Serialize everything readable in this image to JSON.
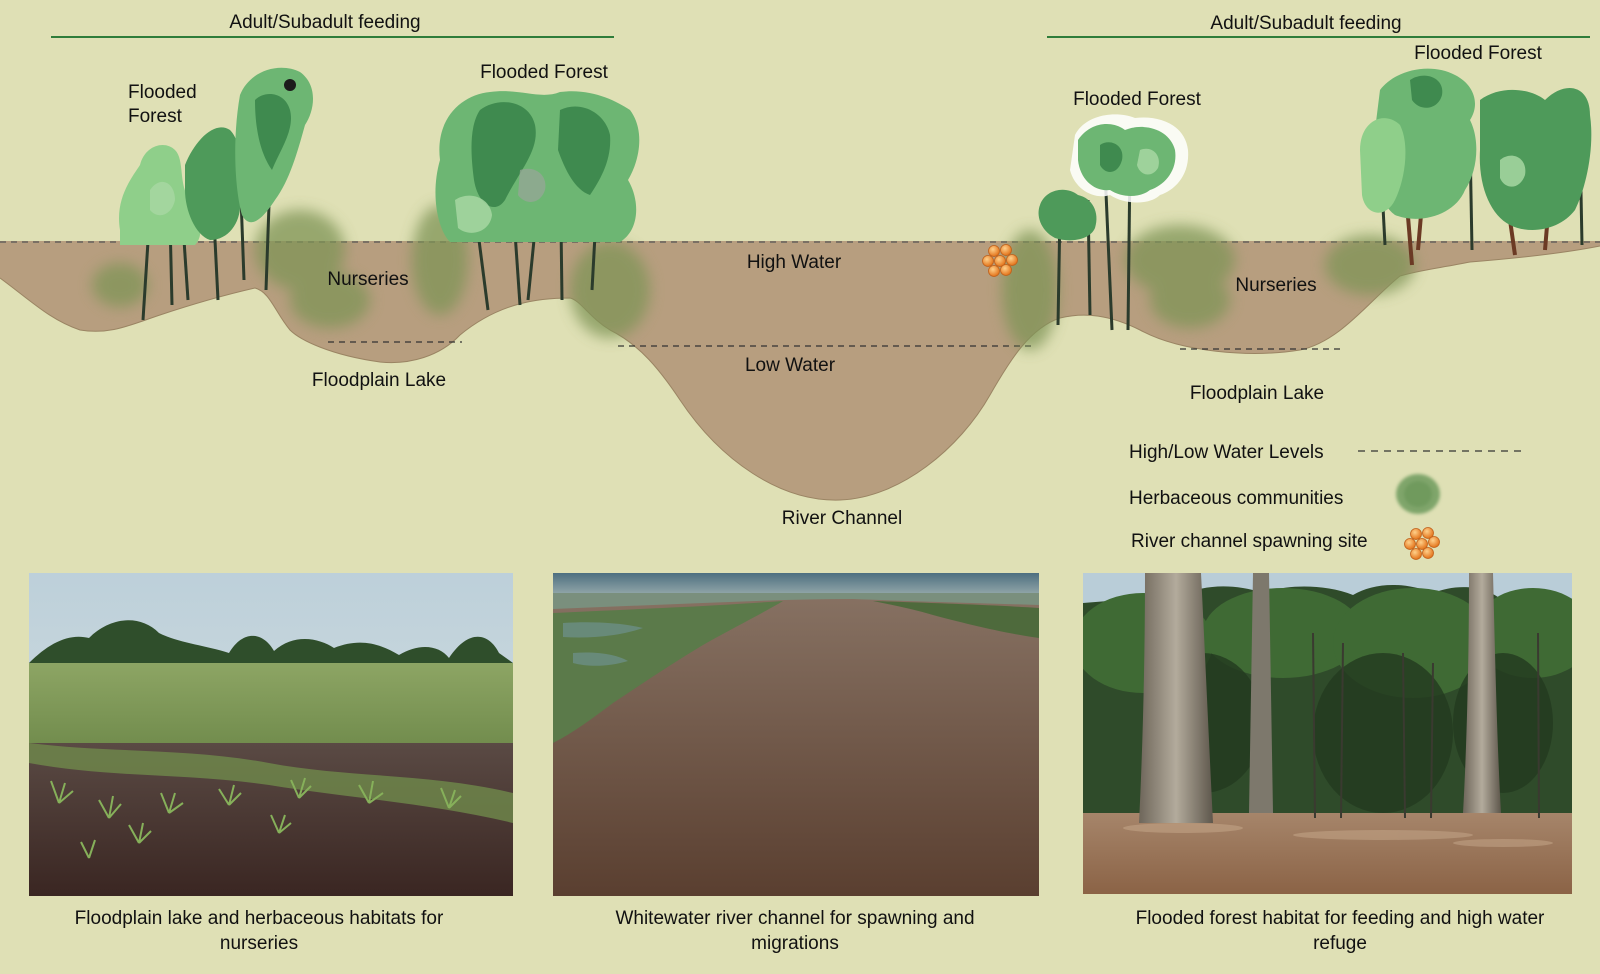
{
  "feeding": {
    "left_label": "Adult/Subadult feeding",
    "right_label": "Adult/Subadult feeding"
  },
  "habitats": {
    "flooded_forest_1": "Flooded\nForest",
    "flooded_forest_2": "Flooded Forest",
    "flooded_forest_3": "Flooded Forest",
    "flooded_forest_4": "Flooded Forest",
    "nurseries_left": "Nurseries",
    "nurseries_right": "Nurseries",
    "floodplain_lake_left": "Floodplain Lake",
    "floodplain_lake_right": "Floodplain Lake",
    "high_water": "High Water",
    "low_water": "Low Water",
    "river_channel": "River Channel"
  },
  "legend": {
    "water_levels": "High/Low Water Levels",
    "herbaceous": "Herbaceous communities",
    "spawning": "River channel spawning site"
  },
  "photos": [
    {
      "caption": "Floodplain lake and herbaceous habitats for nurseries"
    },
    {
      "caption": "Whitewater river channel for spawning and migrations"
    },
    {
      "caption": "Flooded forest habitat for feeding and high water refuge"
    }
  ],
  "colors": {
    "background": "#dfe0b5",
    "water": "#b79e7f",
    "canopy_light": "#7cc07f",
    "canopy_dark": "#3f8a4f",
    "herbaceous": "#8a9a5c",
    "spawning": "#f0903a"
  }
}
